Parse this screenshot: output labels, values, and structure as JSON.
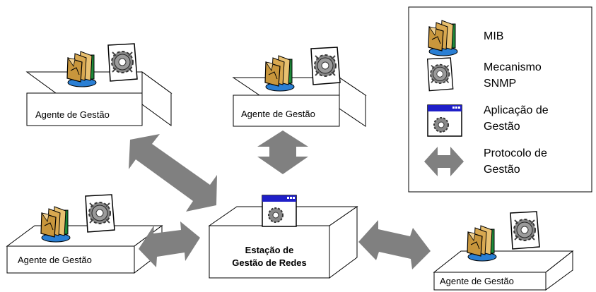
{
  "nodes": {
    "agent_label": "Agente de Gestão",
    "station_line1": "Estação de",
    "station_line2": "Gestão de Redes"
  },
  "legend": {
    "items": [
      {
        "icon": "mib-icon",
        "line1": "MIB",
        "line2": ""
      },
      {
        "icon": "snmp-engine-icon",
        "line1": "Mecanismo",
        "line2": "SNMP"
      },
      {
        "icon": "management-app-icon",
        "line1": "Aplicação de",
        "line2": "Gestão"
      },
      {
        "icon": "double-arrow-icon",
        "line1": "Protocolo de",
        "line2": "Gestão"
      }
    ]
  },
  "colors": {
    "arrow": "#808080",
    "box_stroke": "#000000",
    "mib_folder": "#c8963c",
    "app_titlebar": "#1f1fc8"
  }
}
